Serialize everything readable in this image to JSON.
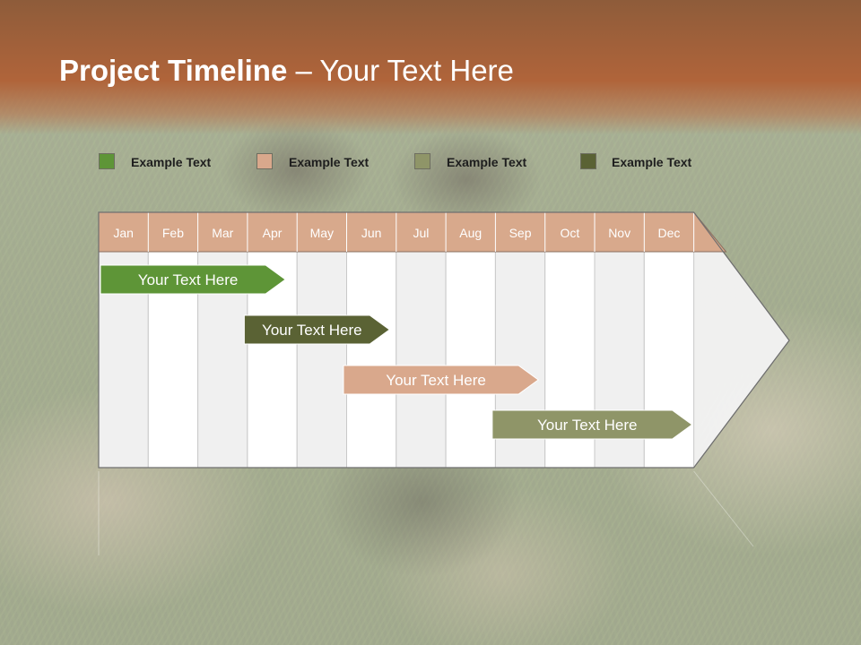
{
  "title": {
    "bold": "Project Timeline",
    "rest": " – Your Text Here"
  },
  "legend": [
    {
      "label": "Example Text",
      "color": "#5e9537"
    },
    {
      "label": "Example Text",
      "color": "#d9a88c"
    },
    {
      "label": "Example Text",
      "color": "#8f9568"
    },
    {
      "label": "Example Text",
      "color": "#5a6234"
    }
  ],
  "months": [
    "Jan",
    "Feb",
    "Mar",
    "Apr",
    "May",
    "Jun",
    "Jul",
    "Aug",
    "Sep",
    "Oct",
    "Nov",
    "Dec"
  ],
  "tasks": [
    {
      "label": "Your  Text Here",
      "start": 0,
      "end": 3.8,
      "color": "#5e9537"
    },
    {
      "label": "Your  Text Here",
      "start": 2.9,
      "end": 5.9,
      "color": "#5a6234"
    },
    {
      "label": "Your  Text Here",
      "start": 4.9,
      "end": 8.9,
      "color": "#d9a88c"
    },
    {
      "label": "Your  Text Here",
      "start": 7.9,
      "end": 12,
      "color": "#8f9568"
    }
  ],
  "colors": {
    "header": "#d8a98c",
    "title_bg": "#b0643a"
  }
}
